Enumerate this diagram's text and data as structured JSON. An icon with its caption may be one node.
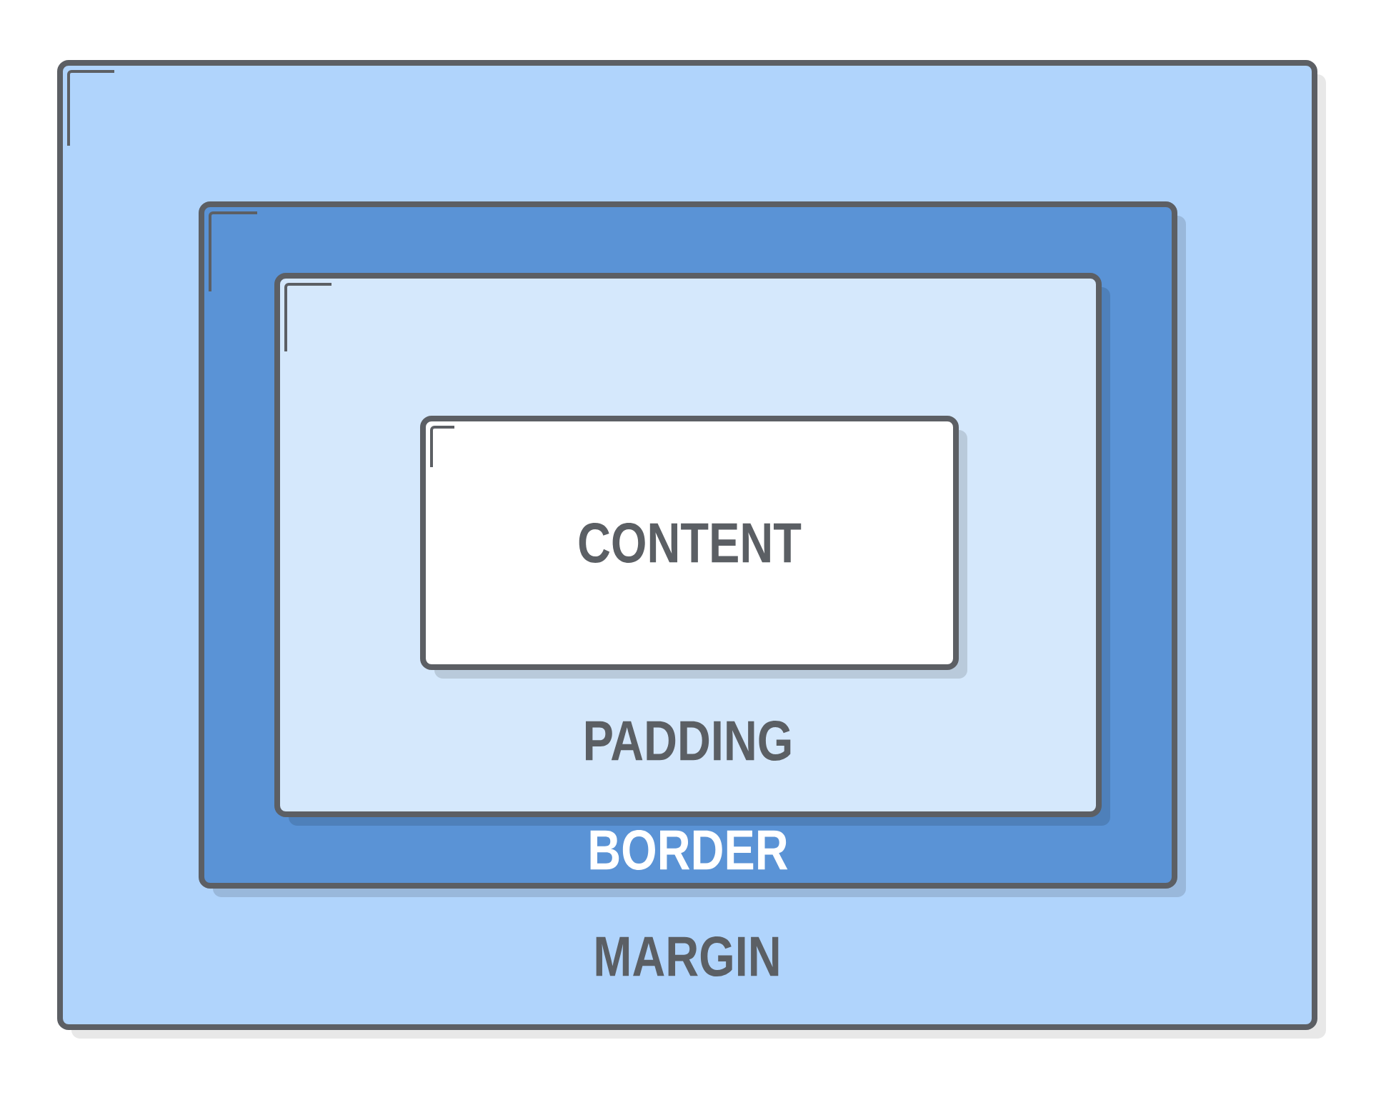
{
  "diagram": {
    "nodes": [
      {
        "text": [
          "MARGIN"
        ]
      },
      {
        "text": [
          "BORDER"
        ],
        "in": 0
      },
      {
        "text": [
          "PADDING"
        ],
        "in": 1
      },
      {
        "text": [
          "CONTENT"
        ],
        "in": 2
      }
    ]
  }
}
